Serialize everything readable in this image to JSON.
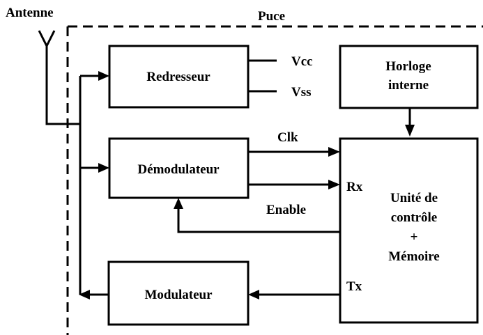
{
  "labels": {
    "antenna": "Antenne",
    "chip": "Puce",
    "vcc": "Vcc",
    "vss": "Vss",
    "clk": "Clk",
    "rx": "Rx",
    "enable": "Enable",
    "tx": "Tx"
  },
  "blocks": {
    "rectifier": "Redresseur",
    "demodulator": "Démodulateur",
    "modulator": "Modulateur",
    "clock": [
      "Horloge",
      "interne"
    ],
    "control": [
      "Unité de",
      "contrôle",
      "+",
      "Mémoire"
    ]
  }
}
